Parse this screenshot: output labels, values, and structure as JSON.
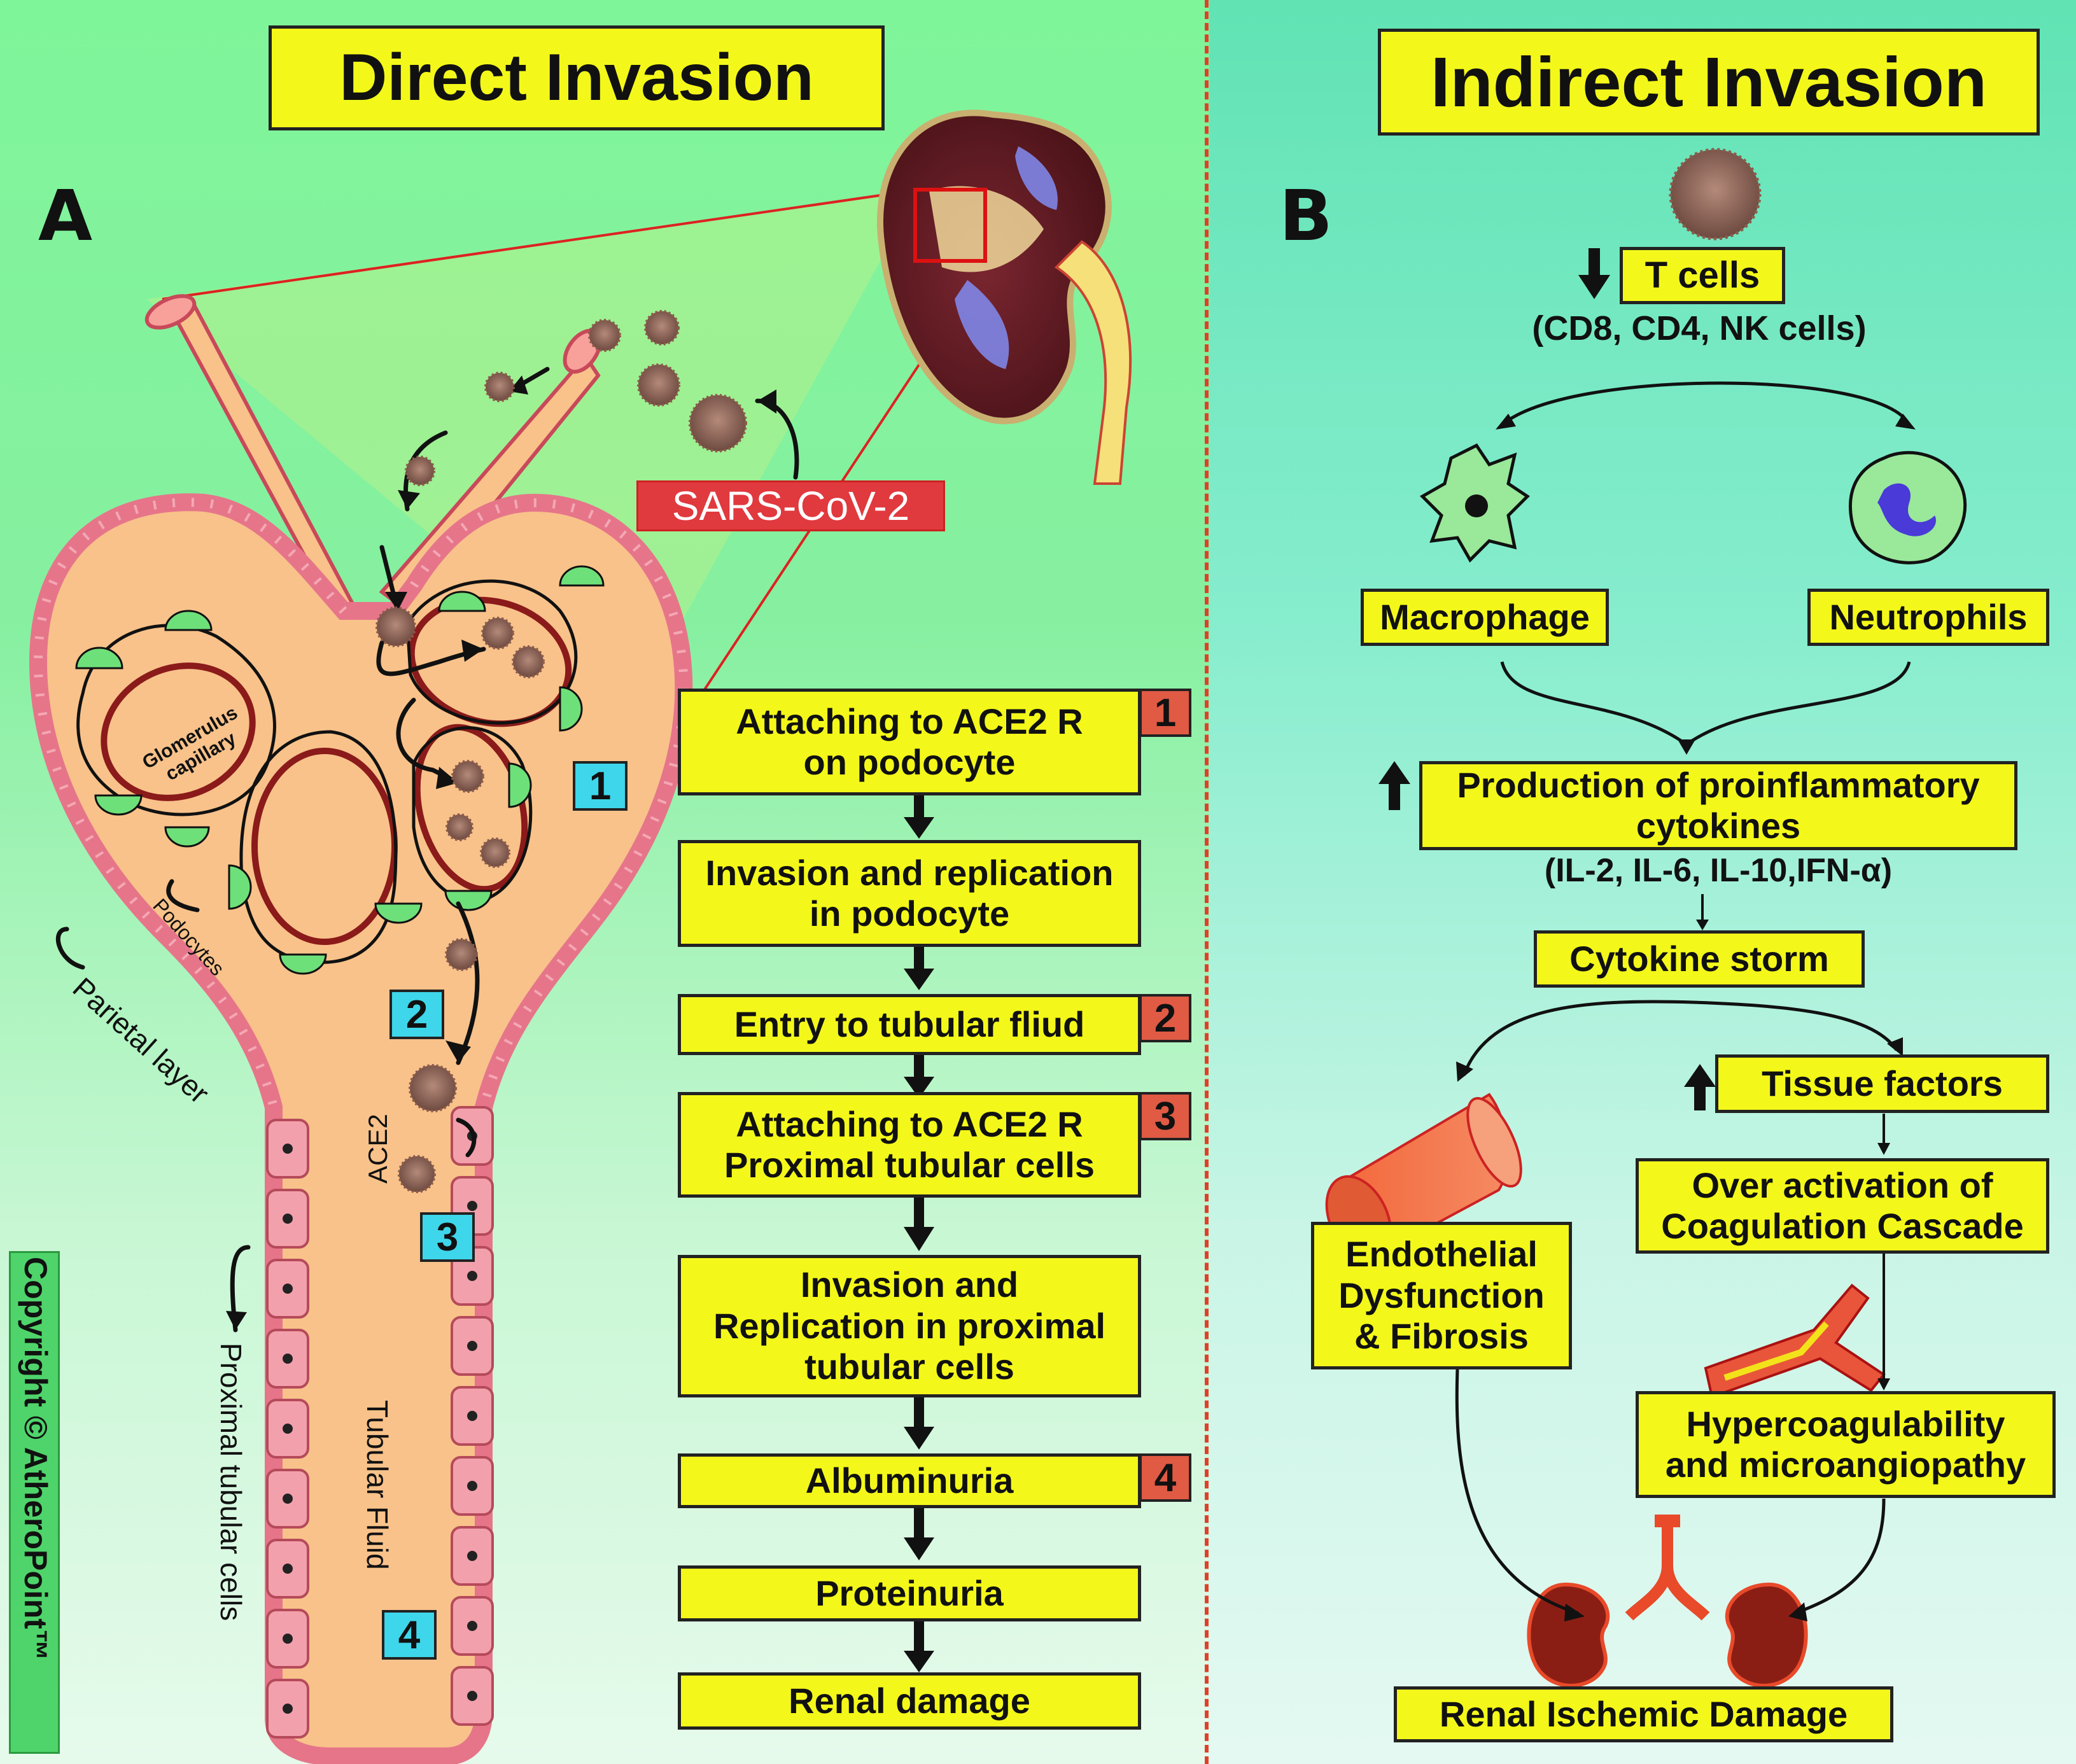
{
  "left_panel": {
    "title": "Direct Invasion",
    "letter": "A",
    "virus_label": "SARS-CoV-2",
    "labels": {
      "glomerulus": "Glomerulus capillary",
      "podocytes": "Podocytes",
      "parietal": "Parietal layer",
      "ace2": "ACE2",
      "proximal_cells": "Proximal tubular cells",
      "tubular_fluid": "Tubular Fluid"
    },
    "diagram_markers": [
      "1",
      "2",
      "3",
      "4"
    ],
    "steps": [
      {
        "text_line1": "Attaching to ACE2 R",
        "text_line2": "on podocyte",
        "marker": "1"
      },
      {
        "text_line1": "Invasion and replication",
        "text_line2": "in podocyte",
        "marker": ""
      },
      {
        "text_line1": "Entry to tubular fliud",
        "text_line2": "",
        "marker": "2"
      },
      {
        "text_line1": "Attaching to ACE2 R",
        "text_line2": "Proximal tubular cells",
        "marker": "3"
      },
      {
        "text_line1": "Invasion and",
        "text_line2": "Replication in proximal",
        "text_line3": "tubular cells",
        "marker": ""
      },
      {
        "text_line1": "Albuminuria",
        "text_line2": "",
        "marker": "4"
      },
      {
        "text_line1": "Proteinuria",
        "text_line2": "",
        "marker": ""
      },
      {
        "text_line1": "Renal damage",
        "text_line2": "",
        "marker": ""
      }
    ],
    "copyright": "Copyright © AtheroPoint™"
  },
  "right_panel": {
    "title": "Indirect Invasion",
    "letter": "B",
    "t_cells": "T cells",
    "t_cells_sub": "(CD8, CD4, NK cells)",
    "macrophage": "Macrophage",
    "neutrophils": "Neutrophils",
    "cytokines_line1": "Production of proinflammatory",
    "cytokines_line2": "cytokines",
    "cytokines_sub": "(IL-2, IL-6, IL-10,IFN-α)",
    "storm": "Cytokine storm",
    "tissue": "Tissue factors",
    "coag_line1": "Over activation of",
    "coag_line2": "Coagulation Cascade",
    "endo_line1": "Endothelial",
    "endo_line2": "Dysfunction",
    "endo_line3": "& Fibrosis",
    "hyper_line1": "Hypercoagulability",
    "hyper_line2": "and microangiopathy",
    "renal": "Renal Ischemic Damage"
  },
  "colors": {
    "box_fill": "#f3f81a",
    "red_marker": "#e05a44",
    "blue_marker": "#3ed6ea",
    "divider": "#e0402a",
    "tissue_orange": "#f8c28a"
  }
}
